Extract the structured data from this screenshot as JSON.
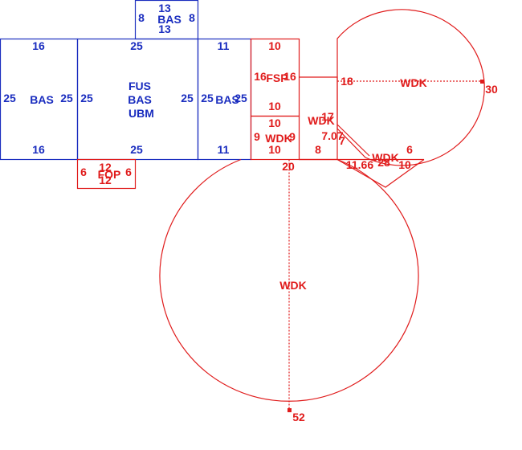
{
  "colors": {
    "main_structure": "#1a2dbf",
    "additions": "#e01b1b"
  },
  "areas": {
    "bas_left": {
      "label": "BAS",
      "top": "16",
      "bottom": "16",
      "left": "25",
      "right": "25"
    },
    "bas_top": {
      "label": "BAS",
      "top": "13",
      "bottom": "13",
      "left": "8",
      "right": "8"
    },
    "fus_center": {
      "line1": "FUS",
      "line2": "BAS",
      "line3": "UBM",
      "top": "25",
      "bottom": "25",
      "left": "25",
      "right": "25"
    },
    "bas_right": {
      "label": "BAS",
      "top": "11",
      "bottom": "11",
      "left": "25",
      "right": "25"
    },
    "fsp": {
      "label": "FSP",
      "top": "10",
      "bottom": "10",
      "left": "16",
      "right": "16"
    },
    "wdk_small": {
      "label": "WDK",
      "top": "10",
      "bottom": "10",
      "left": "9",
      "right": "9"
    },
    "fop": {
      "label": "FOP",
      "top": "12",
      "bottom": "12",
      "left": "6",
      "right": "6"
    },
    "wdk_mid": {
      "label": "WDK",
      "d_17": "17",
      "d_7": "7",
      "d_707": "7.07",
      "d_8": "8"
    },
    "wdk_circle_upper": {
      "label": "WDK",
      "d_18": "18",
      "radius": "30"
    },
    "wdk_diamond": {
      "label": "WDK",
      "d_6": "6",
      "d_1166": "11.66",
      "d_28": "28",
      "d_10": "10"
    },
    "wdk_circle_lower": {
      "label": "WDK",
      "d_20": "20",
      "radius": "52"
    }
  }
}
